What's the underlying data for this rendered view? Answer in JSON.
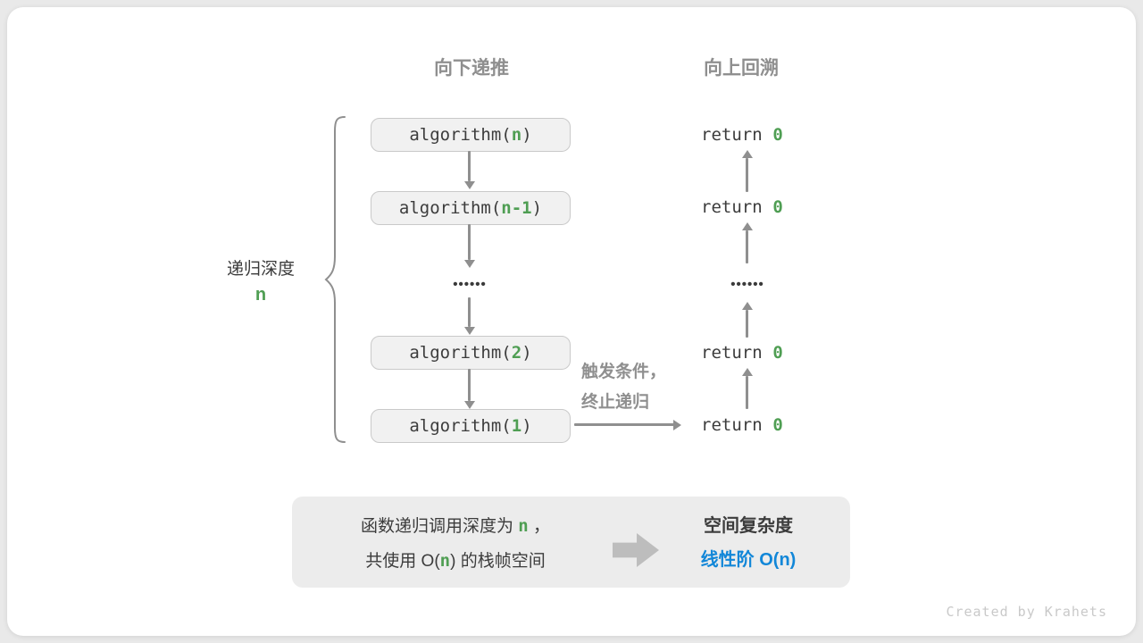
{
  "colors": {
    "green": "#4f9e53",
    "blue": "#1287d8"
  },
  "headers": {
    "recurse_down": "向下递推",
    "backtrack_up": "向上回溯"
  },
  "depth_label": {
    "text": "递归深度",
    "variable": "n"
  },
  "call_stack": {
    "calls": [
      {
        "prefix": "algorithm(",
        "arg": "n",
        "suffix": ")"
      },
      {
        "prefix": "algorithm(",
        "arg": "n-1",
        "suffix": ")"
      },
      {
        "prefix": "algorithm(",
        "arg": "2",
        "suffix": ")"
      },
      {
        "prefix": "algorithm(",
        "arg": "1",
        "suffix": ")"
      }
    ],
    "ellipsis": "••••••"
  },
  "returns": {
    "items": [
      {
        "keyword": "return",
        "value": "0"
      },
      {
        "keyword": "return",
        "value": "0"
      },
      {
        "keyword": "return",
        "value": "0"
      },
      {
        "keyword": "return",
        "value": "0"
      }
    ],
    "ellipsis": "••••••"
  },
  "trigger_label": {
    "line1": "触发条件，",
    "line2": "终止递归"
  },
  "summary": {
    "left": {
      "line1": {
        "pre": "函数递归调用深度为 ",
        "arg": "n",
        "post": " ，"
      },
      "line2": {
        "pre": "共使用 O(",
        "arg": "n",
        "post": ") 的栈帧空间"
      }
    },
    "right": {
      "title": "空间复杂度",
      "result": "线性阶 O(n)"
    }
  },
  "watermark": "Created by Krahets"
}
